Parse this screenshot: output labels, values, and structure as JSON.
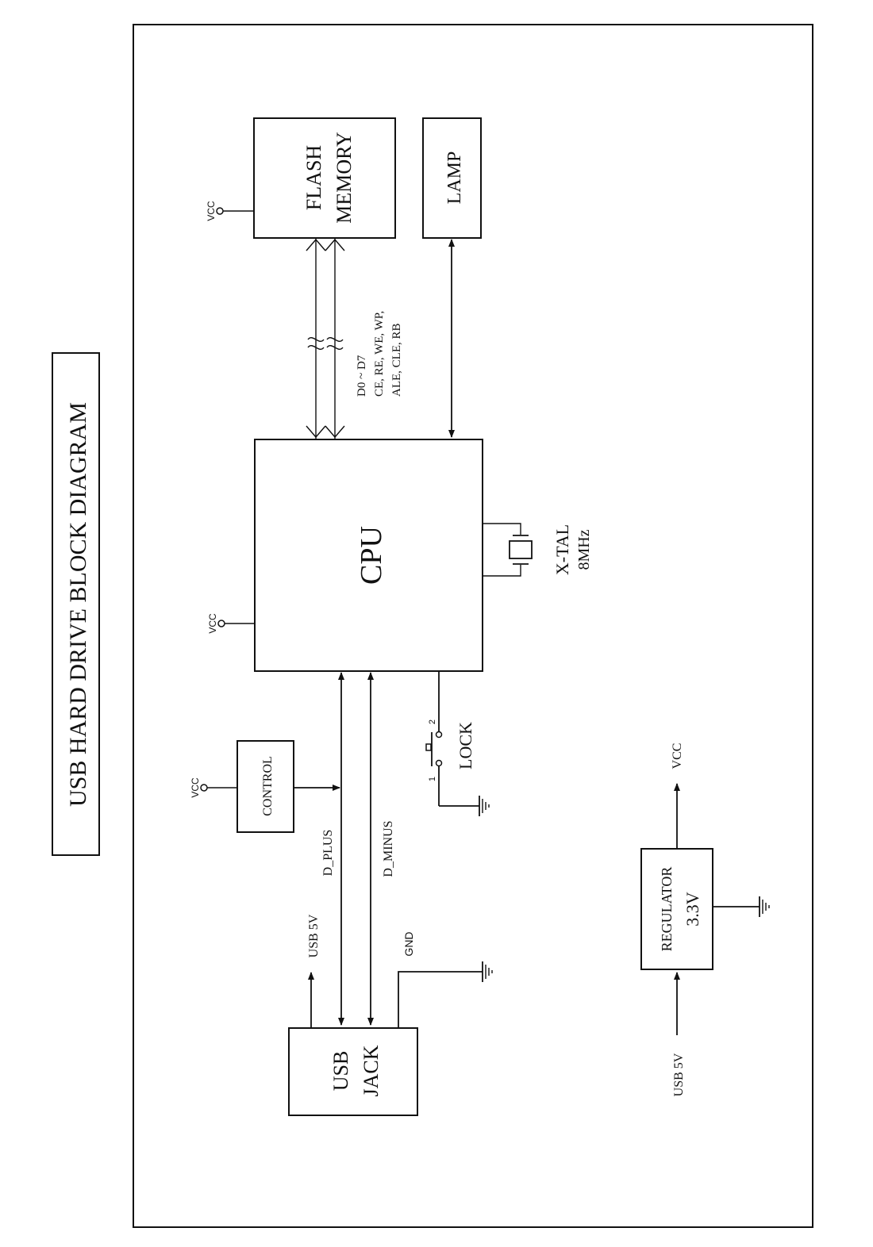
{
  "title": "USB HARD DRIVE BLOCK DIAGRAM",
  "blocks": {
    "flash_memory": {
      "line1": "FLASH",
      "line2": "MEMORY"
    },
    "lamp": {
      "label": "LAMP"
    },
    "cpu": {
      "label": "CPU"
    },
    "control": {
      "label": "CONTROL"
    },
    "usb_jack": {
      "line1": "USB",
      "line2": "JACK"
    },
    "regulator": {
      "line1": "REGULATOR",
      "line2": "3.3V"
    }
  },
  "signals": {
    "flash_bus": [
      "D0 ~ D7",
      "CE, RE, WE, WP,",
      "ALE, CLE, RB"
    ],
    "d_plus": "D_PLUS",
    "d_minus": "D_MINUS",
    "usb_5v": "USB 5V",
    "gnd": "GND",
    "vcc": "VCC",
    "reg_in": "USB 5V",
    "reg_out": "VCC"
  },
  "components": {
    "crystal": {
      "line1": "X-TAL",
      "line2": "8MHz"
    },
    "lock_switch": {
      "label": "LOCK",
      "pin1": "1",
      "pin2": "2"
    }
  },
  "power_labels": {
    "flash_vcc": "VCC",
    "cpu_vcc": "VCC",
    "control_vcc": "VCC"
  }
}
